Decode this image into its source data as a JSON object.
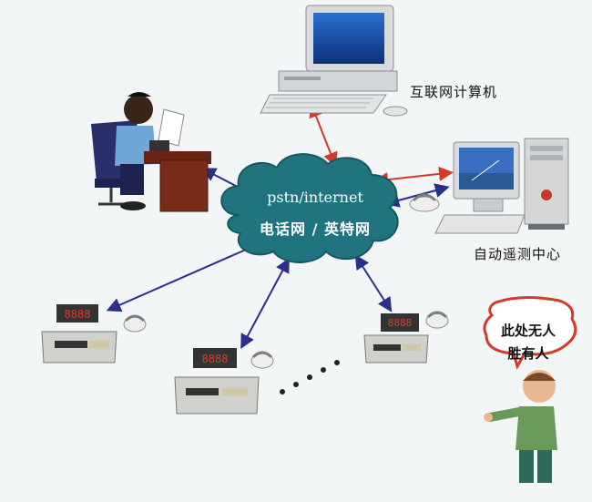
{
  "network": {
    "line1": "pstn/internet",
    "line2": "电话网 / 英特网"
  },
  "nodes": {
    "internet_computer": "互联网计算机",
    "telemetry_center": "自动遥测中心"
  },
  "bubble": {
    "line1": "此处无人",
    "line2": "胜有人"
  },
  "colors": {
    "cloud": "#1f7480",
    "arrow_red": "#d33a2a",
    "arrow_blue": "#2a2f8a"
  }
}
